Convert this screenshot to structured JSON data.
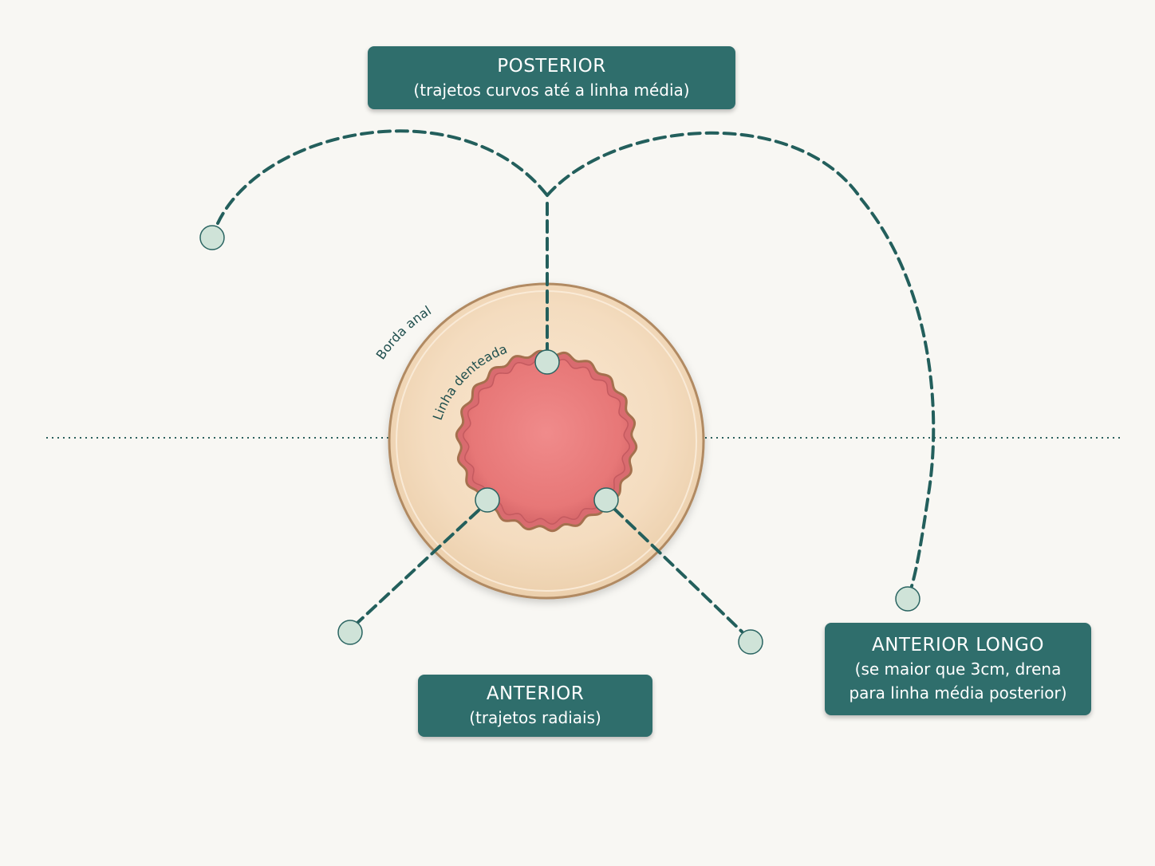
{
  "colors": {
    "background": "#f8f7f3",
    "box": "#2f6e6c",
    "dashed_line": "#235f5c",
    "node_fill": "#cfe3d8",
    "anal_ring": "#f5dfc3",
    "ring_border": "#b18a62",
    "mucosa": "#e97a7a"
  },
  "labels": {
    "posterior": {
      "title": "POSTERIOR",
      "subtitle": "(trajetos curvos até a linha média)"
    },
    "anterior": {
      "title": "ANTERIOR",
      "subtitle": "(trajetos radiais)"
    },
    "anterior_longo": {
      "title": "ANTERIOR LONGO",
      "subtitle_line1": "(se maior que 3cm, drena",
      "subtitle_line2": "para linha média posterior)"
    }
  },
  "anatomy": {
    "outer_ring_label": "Borda anal",
    "inner_ring_label": "Linha denteada"
  }
}
